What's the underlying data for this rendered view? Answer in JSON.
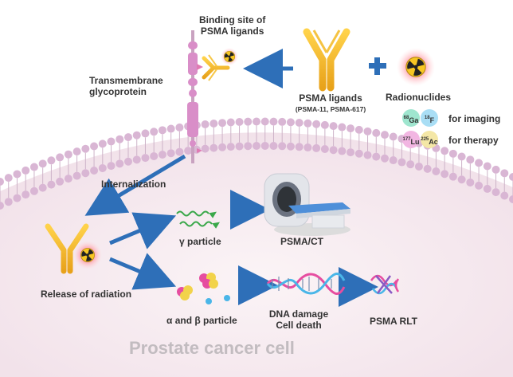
{
  "labels": {
    "binding_site_line1": "Binding site of",
    "binding_site_line2": "PSMA ligands",
    "transmembrane_line1": "Transmembrane",
    "transmembrane_line2": "glycoprotein",
    "psma_ligands": "PSMA ligands",
    "psma_ligands_examples": "(PSMA-11, PSMA-617)",
    "radionuclides": "Radionuclides",
    "for_imaging": "for imaging",
    "for_therapy": "for therapy",
    "internalization": "Internalization",
    "gamma_particle": "γ particle",
    "psma_ct": "PSMA/CT",
    "release_of_radiation": "Release of radiation",
    "alpha_beta_particle": "α and β particle",
    "dna_damage_line1": "DNA damage",
    "dna_damage_line2": "Cell death",
    "psma_rlt": "PSMA RLT",
    "cell_title": "Prostate cancer cell"
  },
  "isotopes": {
    "ga": {
      "mass": "68",
      "symbol": "Ga",
      "color": "#9fe6cf"
    },
    "f": {
      "mass": "18",
      "symbol": "F",
      "color": "#a9def5"
    },
    "lu": {
      "mass": "177",
      "symbol": "Lu",
      "color": "#f2b6e2"
    },
    "ac": {
      "mass": "225",
      "symbol": "Ac",
      "color": "#f4e7a6"
    }
  },
  "colors": {
    "arrow": "#2e6fb8",
    "antibody": "#f2b62a",
    "membrane_lipid": "#d9b6d4",
    "receptor": "#d98ec8",
    "cell_fill": "#f8eef2"
  }
}
